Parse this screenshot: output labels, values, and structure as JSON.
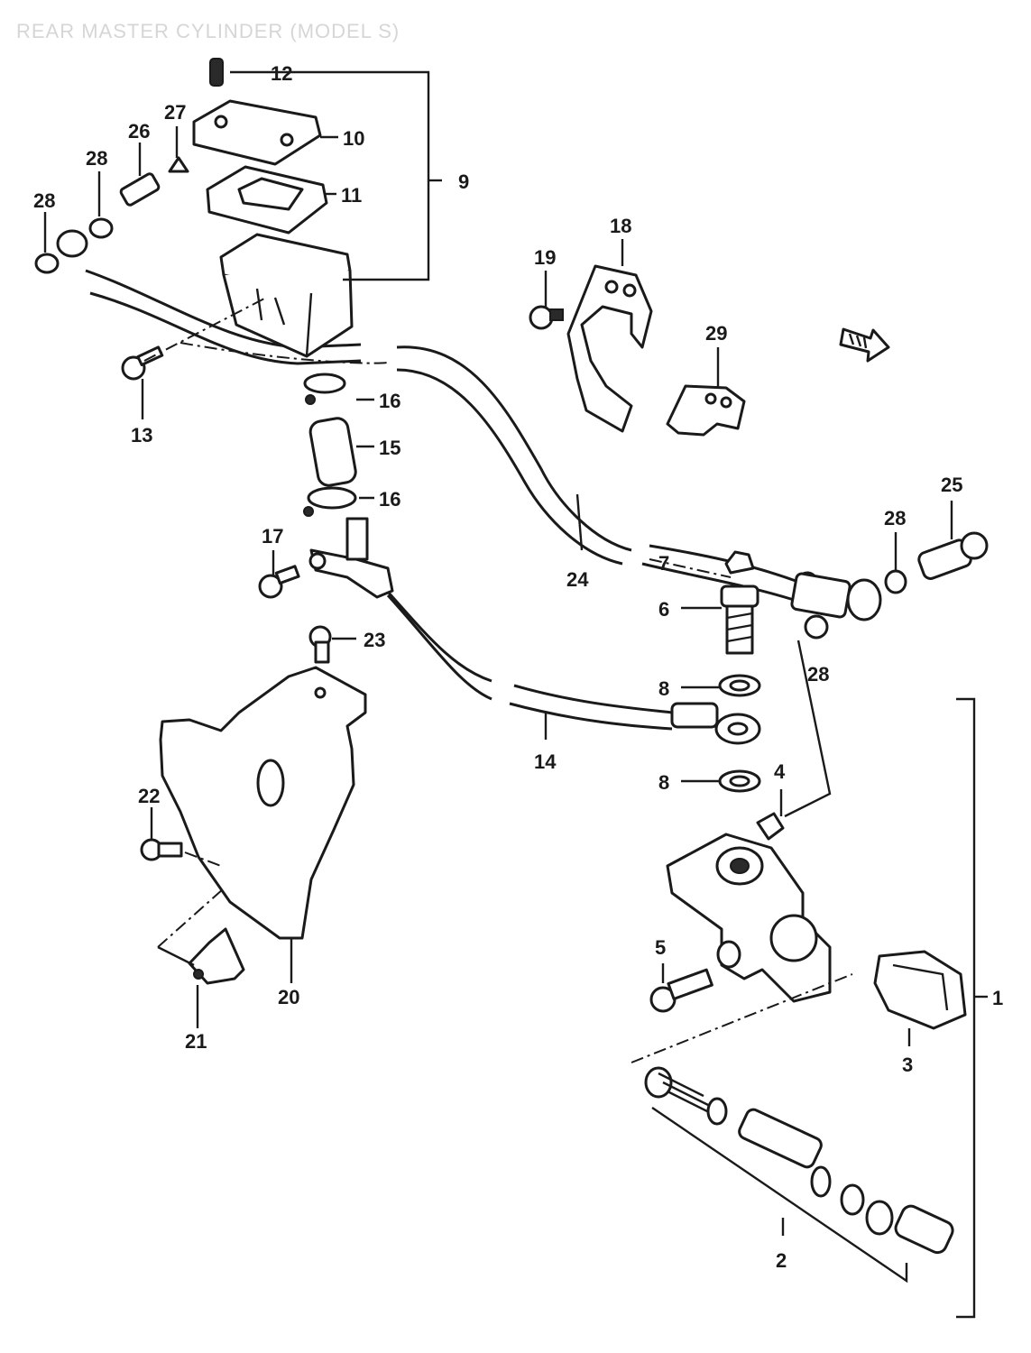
{
  "title": "REAR MASTER CYLINDER (MODEL S)",
  "callouts": [
    "1",
    "2",
    "3",
    "4",
    "5",
    "6",
    "7",
    "8",
    "8",
    "9",
    "10",
    "11",
    "12",
    "13",
    "14",
    "15",
    "16",
    "16",
    "17",
    "18",
    "19",
    "20",
    "21",
    "22",
    "23",
    "24",
    "25",
    "26",
    "27",
    "28",
    "28",
    "28",
    "28",
    "28",
    "29"
  ],
  "arrow_icon": "arrow-right-icon",
  "colors": {
    "ink": "#1a1a1a",
    "paper": "#ffffff",
    "title_faded": "#d6d6d6"
  }
}
